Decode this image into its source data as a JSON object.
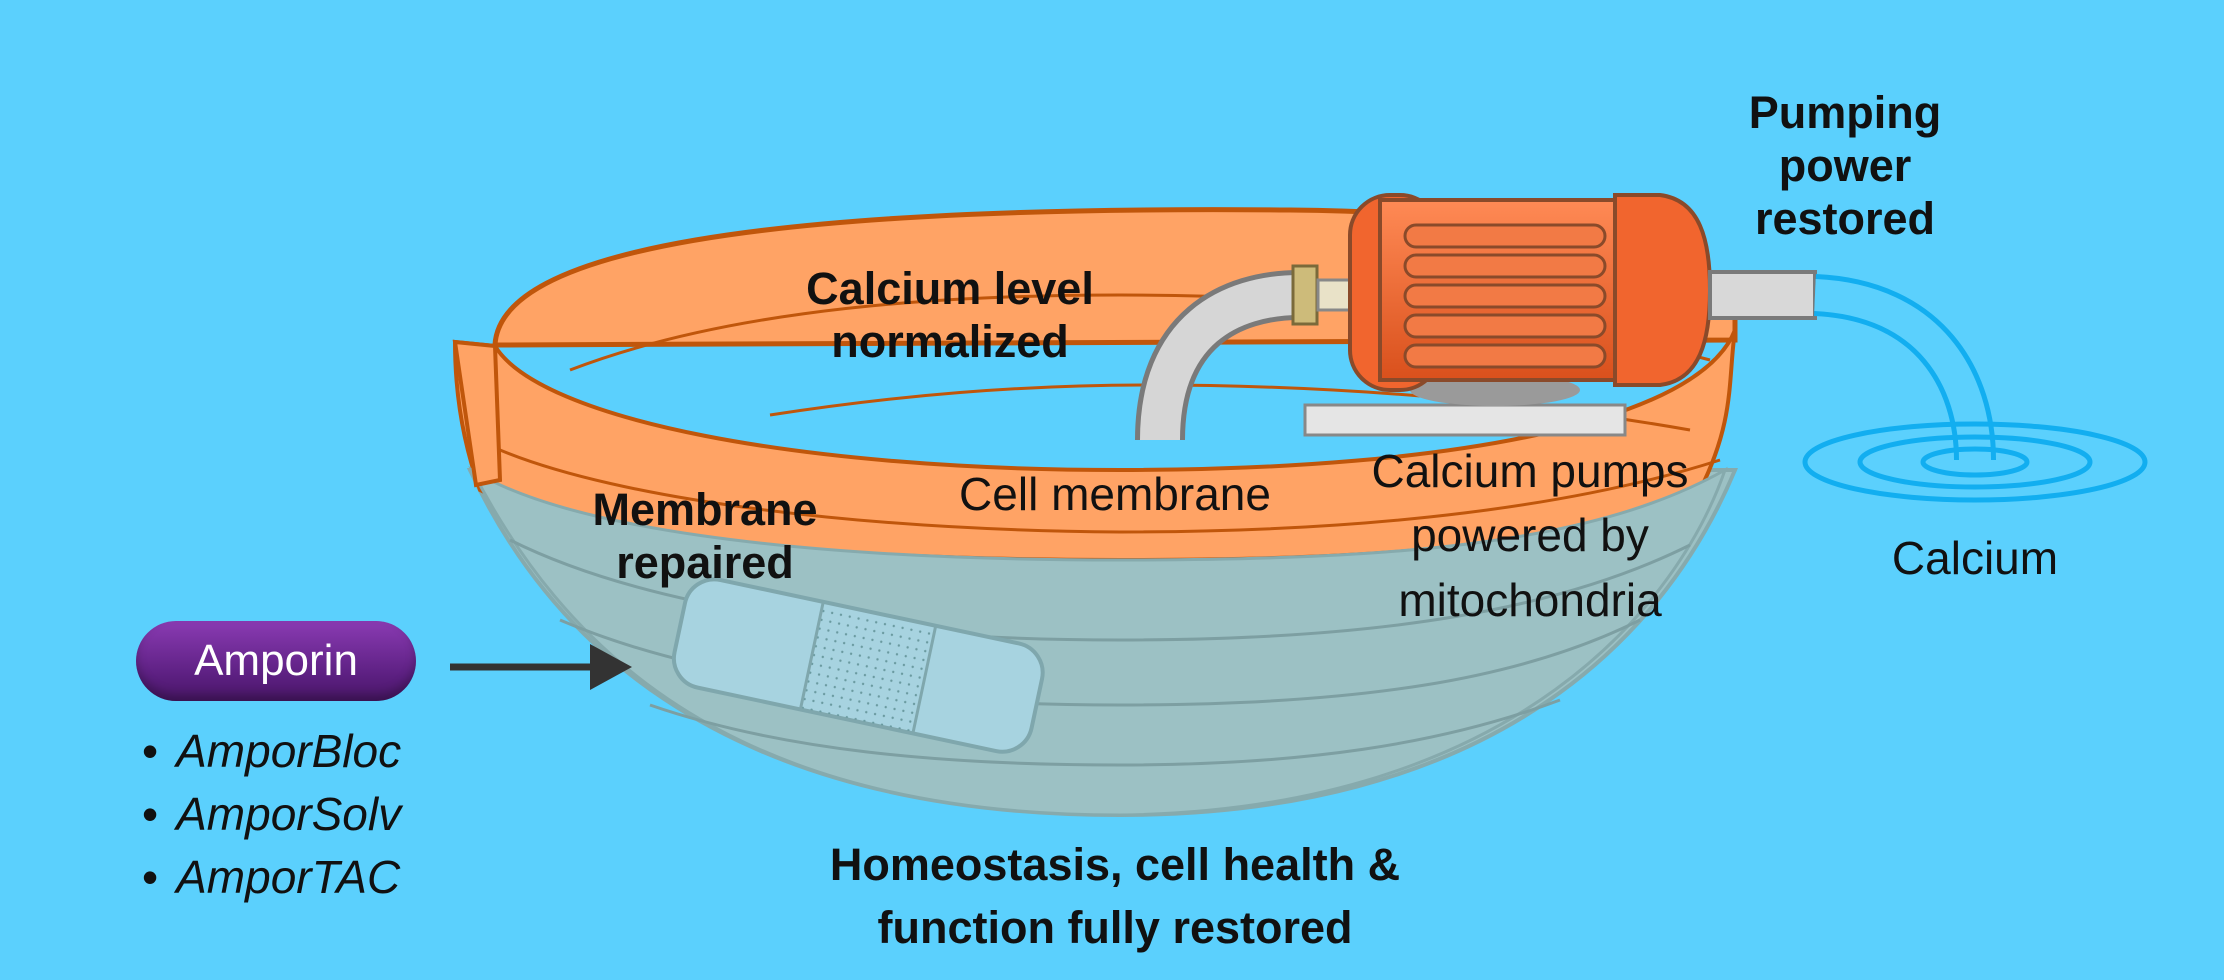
{
  "background_color": "#5bd0fd",
  "labels": {
    "pumping_power": [
      "Pumping",
      "power",
      "restored"
    ],
    "calcium_level": [
      "Calcium level",
      "normalized"
    ],
    "membrane_repaired": [
      "Membrane",
      "repaired"
    ],
    "cell_membrane": "Cell membrane",
    "calcium_pumps": [
      "Calcium pumps",
      "powered by",
      "mitochondria"
    ],
    "calcium": "Calcium",
    "homeostasis": [
      "Homeostasis, cell health &",
      "function fully restored"
    ]
  },
  "amporin": {
    "label": "Amporin",
    "products": [
      "AmporBloc",
      "AmporSolv",
      "AmporTAC"
    ],
    "pill_color": "#5b1f80"
  },
  "colors": {
    "membrane_orange": "#ffa365",
    "membrane_outline": "#c0560b",
    "bowl_fill": "#9cc1c4",
    "motor_orange": "#f1652e",
    "water_blue": "#12aef0"
  }
}
